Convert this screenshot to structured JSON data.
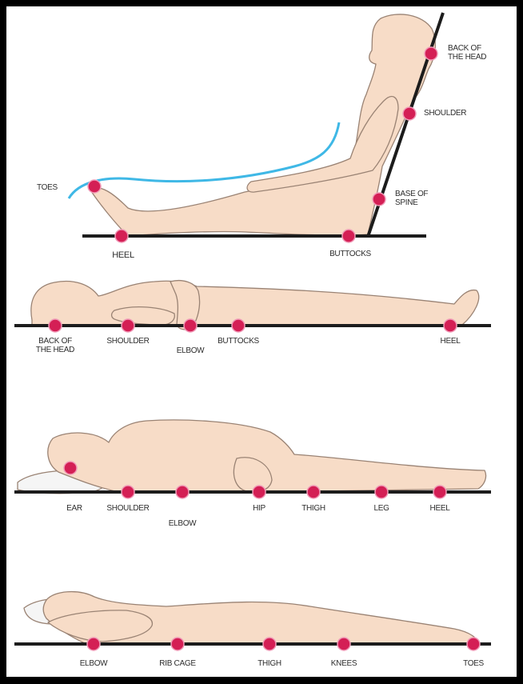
{
  "colors": {
    "skin": "#f7dcc7",
    "outline": "#9a8374",
    "surface": "#1c1c1c",
    "pressure_point": "#d41f55",
    "pressure_point_ring": "#f09ab7",
    "bed_curve": "#3fb8e6",
    "pillow": "#f5f5f5"
  },
  "diagram": {
    "icon": "pressure-point-dot",
    "positions": [
      {
        "name": "sitting",
        "points": [
          {
            "label": "BACK OF\nTHE HEAD"
          },
          {
            "label": "SHOULDER"
          },
          {
            "label": "BASE OF\nSPINE"
          },
          {
            "label": "TOES"
          },
          {
            "label": "HEEL"
          },
          {
            "label": "BUTTOCKS"
          }
        ]
      },
      {
        "name": "supine",
        "points": [
          {
            "label": "BACK OF\nTHE HEAD"
          },
          {
            "label": "SHOULDER"
          },
          {
            "label": "ELBOW"
          },
          {
            "label": "BUTTOCKS"
          },
          {
            "label": "HEEL"
          }
        ]
      },
      {
        "name": "side-lying",
        "points": [
          {
            "label": "EAR"
          },
          {
            "label": "SHOULDER"
          },
          {
            "label": "ELBOW"
          },
          {
            "label": "HIP"
          },
          {
            "label": "THIGH"
          },
          {
            "label": "LEG"
          },
          {
            "label": "HEEL"
          }
        ]
      },
      {
        "name": "prone",
        "points": [
          {
            "label": "ELBOW"
          },
          {
            "label": "RIB CAGE"
          },
          {
            "label": "THIGH"
          },
          {
            "label": "KNEES"
          },
          {
            "label": "TOES"
          }
        ]
      }
    ]
  }
}
